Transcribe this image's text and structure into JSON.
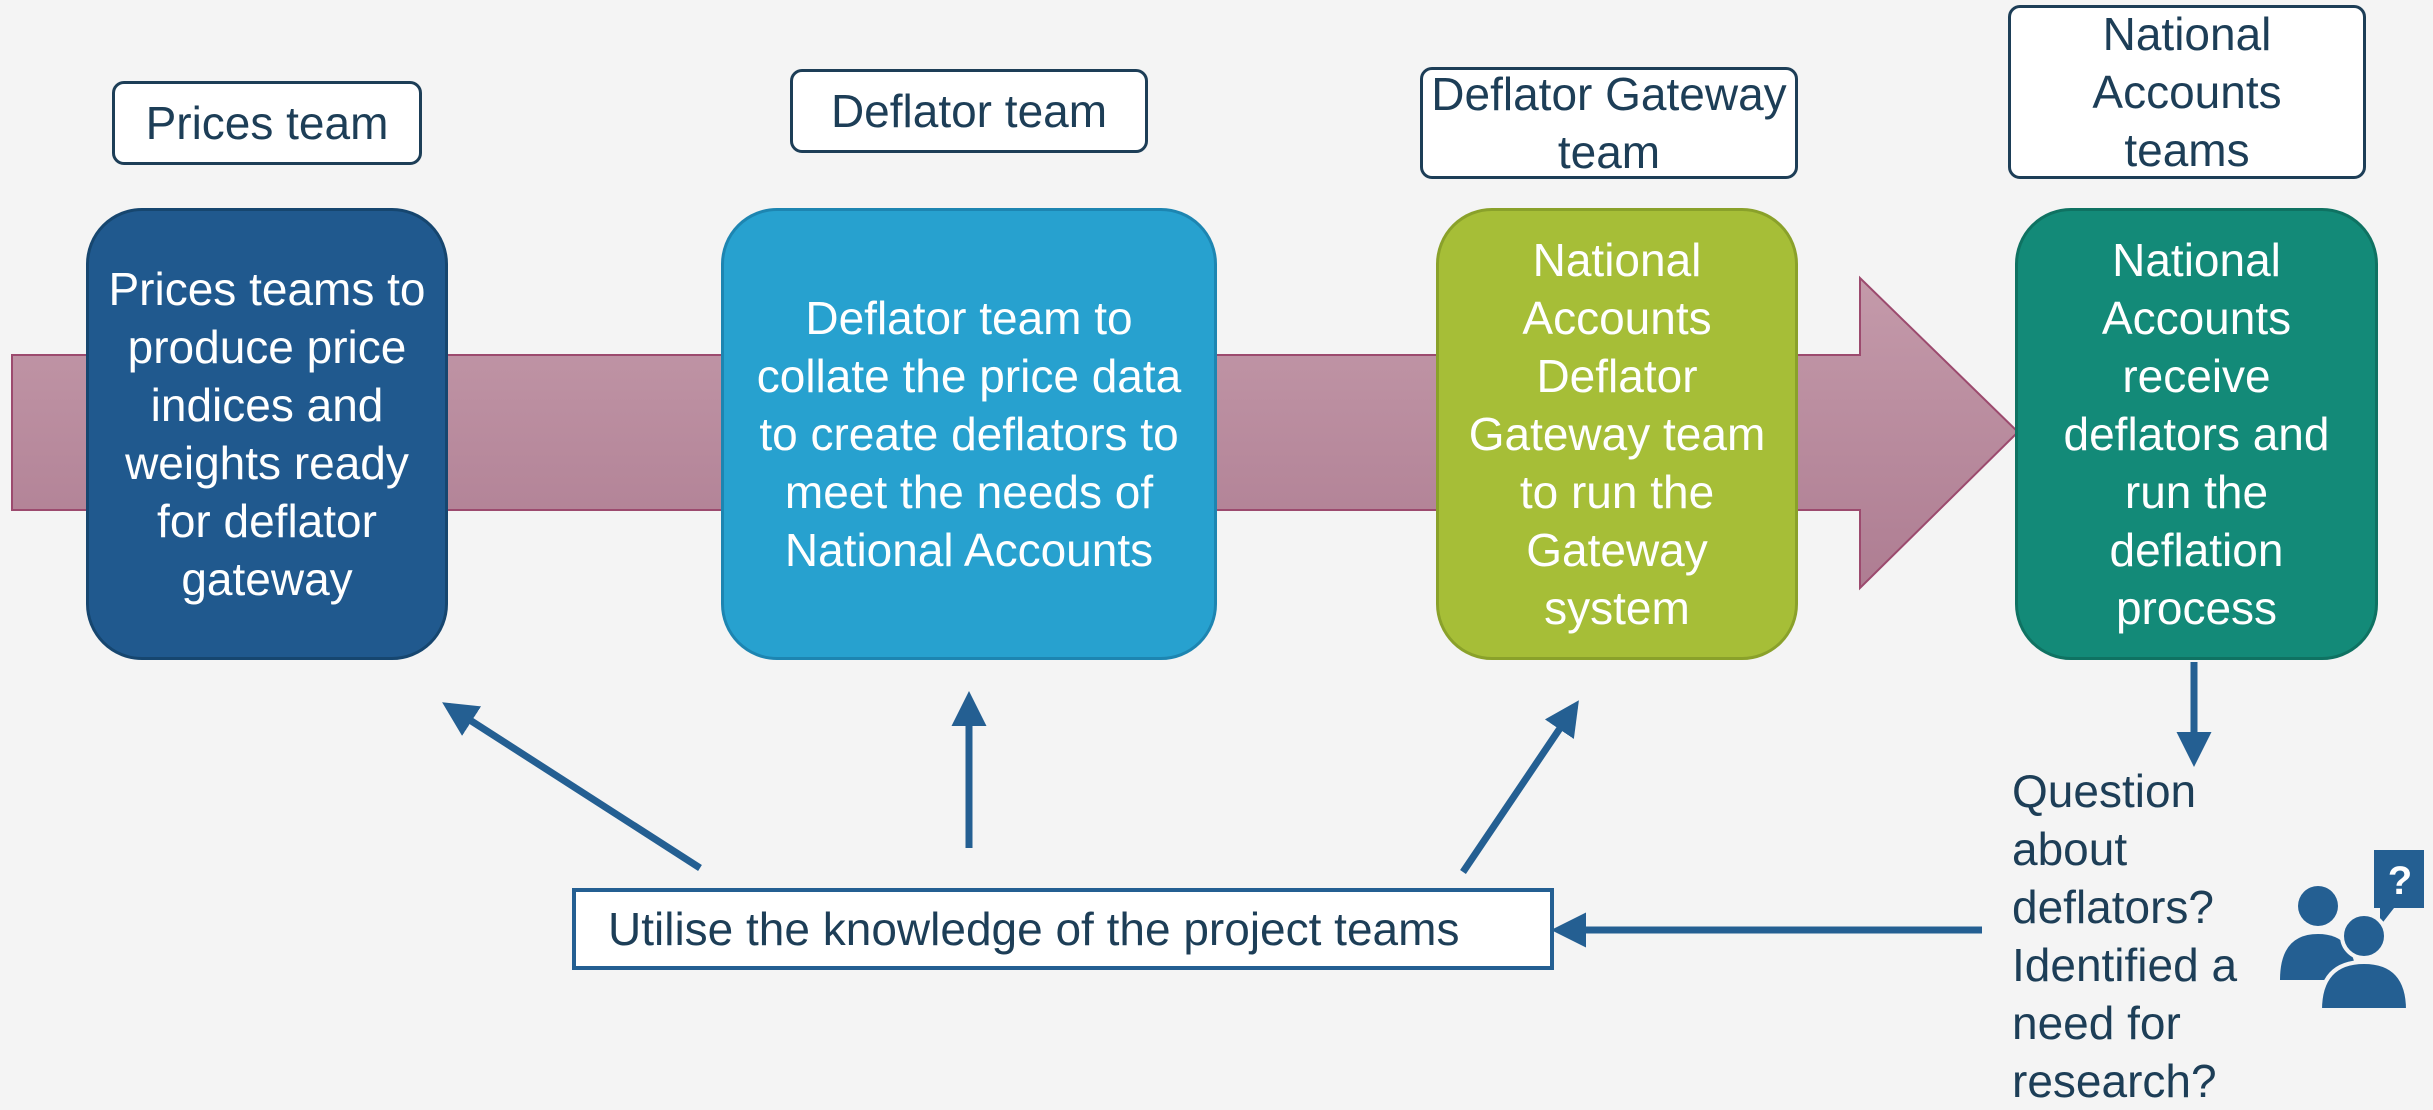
{
  "colors": {
    "band": "#b98498",
    "prices_stage": "#20598e",
    "deflator_stage": "#27a1cf",
    "gateway_stage": "#a6be37",
    "national_stage": "#138a78",
    "arrow": "#245f92",
    "label_border": "#1d3e57"
  },
  "teams": {
    "prices": "Prices team",
    "deflator": "Deflator team",
    "gateway": "Deflator Gateway team",
    "national": "National Accounts teams"
  },
  "stages": {
    "prices": "Prices teams to produce price indices and weights ready for deflator gateway",
    "deflator": "Deflator team to collate the price data to create deflators to meet the needs of National Accounts",
    "gateway": "National Accounts Deflator Gateway team to run the Gateway system",
    "national": "National Accounts receive deflators and run the deflation process"
  },
  "utilise": "Utilise the knowledge of the project teams",
  "question": "Question about deflators? Identified a need for research?",
  "icon": "people-question-icon"
}
